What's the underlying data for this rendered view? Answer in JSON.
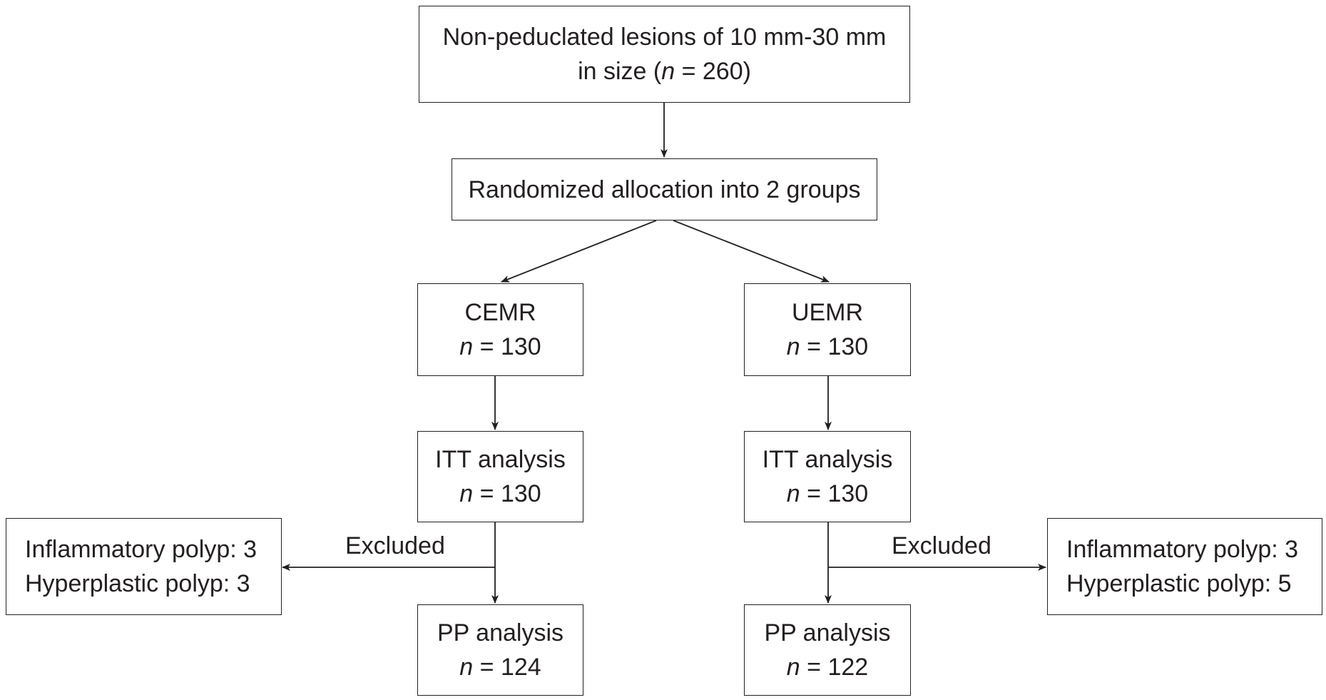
{
  "boxes": {
    "top": {
      "line1": "Non-peduclated lesions of 10 mm-30 mm",
      "line2_prefix": "in size (",
      "n_symbol": "n",
      "line2_suffix": " = 260)"
    },
    "randomized": {
      "text": "Randomized allocation into 2 groups"
    },
    "cemr": {
      "title": "CEMR",
      "n_symbol": "n",
      "n_text": " = 130"
    },
    "uemr": {
      "title": "UEMR",
      "n_symbol": "n",
      "n_text": " = 130"
    },
    "itt_left": {
      "title": "ITT analysis",
      "n_symbol": "n",
      "n_text": " = 130"
    },
    "itt_right": {
      "title": "ITT analysis",
      "n_symbol": "n",
      "n_text": " = 130"
    },
    "pp_left": {
      "title": "PP analysis",
      "n_symbol": "n",
      "n_text": " = 124"
    },
    "pp_right": {
      "title": "PP analysis",
      "n_symbol": "n",
      "n_text": " = 122"
    },
    "excluded_left": {
      "line1": "Inflammatory polyp: 3",
      "line2": "Hyperplastic polyp: 3"
    },
    "excluded_right": {
      "line1": "Inflammatory polyp: 3",
      "line2": "Hyperplastic polyp: 5"
    }
  },
  "labels": {
    "excluded_left": "Excluded",
    "excluded_right": "Excluded"
  }
}
